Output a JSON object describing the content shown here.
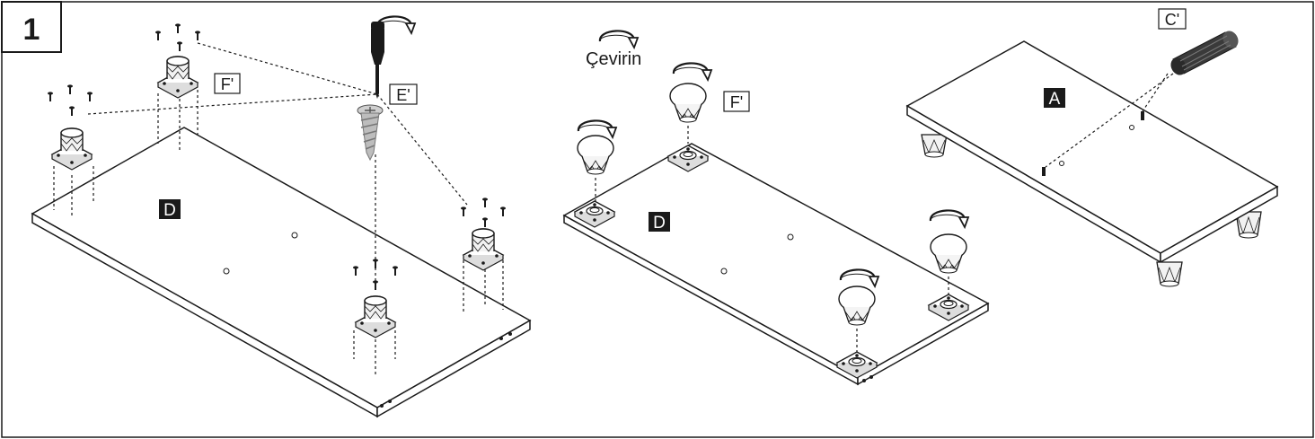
{
  "step": {
    "number": "1"
  },
  "labels": {
    "panel_d": "D",
    "panel_a": "A",
    "foot": "F'",
    "screw": "E'",
    "dowel": "C'",
    "turn_text": "Çevirin"
  },
  "colors": {
    "line": "#1a1a1a",
    "label_box_bg": "#1a1a1a",
    "label_box_fg": "#ffffff",
    "background": "#ffffff"
  },
  "icons": [
    "screwdriver-icon",
    "rotate-arrow-icon",
    "screw-icon",
    "wooden-dowel-icon",
    "furniture-foot-icon"
  ]
}
